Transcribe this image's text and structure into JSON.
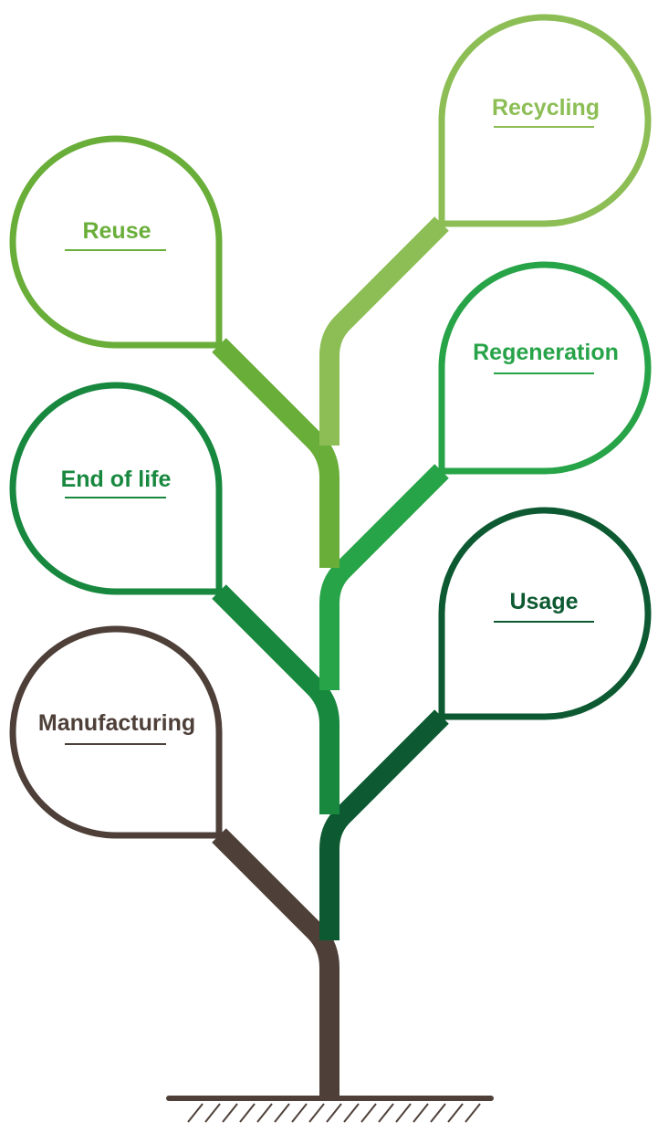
{
  "diagram": {
    "title": "Product lifecycle tree",
    "stages": [
      {
        "key": "manufacturing",
        "label": "Manufacturing",
        "color": "#4e4039"
      },
      {
        "key": "usage",
        "label": "Usage",
        "color": "#0d5a32"
      },
      {
        "key": "end_of_life",
        "label": "End of life",
        "color": "#18883f"
      },
      {
        "key": "regeneration",
        "label": "Regeneration",
        "color": "#27a348"
      },
      {
        "key": "reuse",
        "label": "Reuse",
        "color": "#6aae3a"
      },
      {
        "key": "recycling",
        "label": "Recycling",
        "color": "#8cbe55"
      }
    ],
    "ground_color": "#4e4039"
  }
}
